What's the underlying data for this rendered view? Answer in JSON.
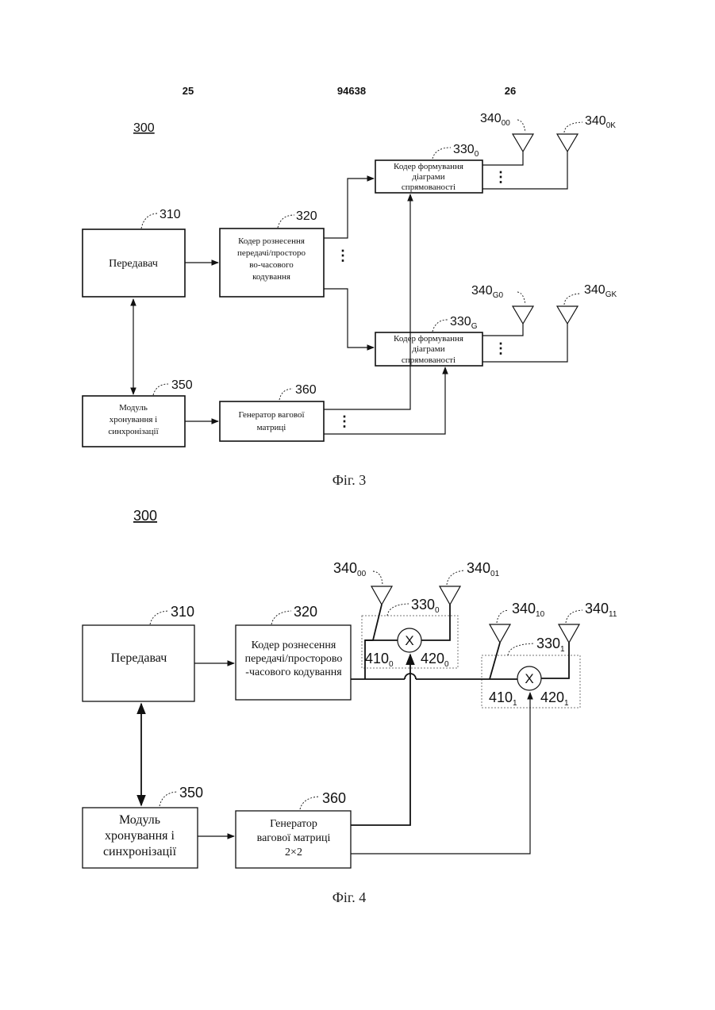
{
  "header": {
    "left_page": "25",
    "patent_number": "94638",
    "right_page": "26"
  },
  "fig3": {
    "label": "300",
    "caption": "Фіг. 3",
    "transmitter": {
      "ref": "310",
      "text": "Передавач"
    },
    "stc_coder": {
      "ref": "320",
      "lines": [
        "Кодер рознесення",
        "передачі/просторо",
        "во-часового",
        "кодування"
      ]
    },
    "beam_coder_0": {
      "ref": "330",
      "ref_sub": "0",
      "lines": [
        "Кодер формування",
        "діаграми",
        "спрямованості"
      ]
    },
    "beam_coder_g": {
      "ref": "330",
      "ref_sub": "G",
      "lines": [
        "Кодер формування",
        "діаграми",
        "спрямованості"
      ]
    },
    "timing": {
      "ref": "350",
      "lines": [
        "Модуль",
        "хронування і",
        "синхронізації"
      ]
    },
    "weight_gen": {
      "ref": "360",
      "lines": [
        "Генератор вагової",
        "матриці"
      ]
    },
    "antennas": [
      {
        "ref": "340",
        "sub": "00"
      },
      {
        "ref": "340",
        "sub": "0K"
      },
      {
        "ref": "340",
        "sub": "G0"
      },
      {
        "ref": "340",
        "sub": "GK"
      }
    ]
  },
  "fig4": {
    "label": "300",
    "caption": "Фіг. 4",
    "transmitter": {
      "ref": "310",
      "text": "Передавач"
    },
    "stc_coder": {
      "ref": "320",
      "lines": [
        "Кодер рознесення",
        "передачі/просторово",
        "-часового кодування"
      ]
    },
    "timing": {
      "ref": "350",
      "lines": [
        "Модуль",
        "хронування і",
        "синхронізації"
      ]
    },
    "weight_gen": {
      "ref": "360",
      "lines": [
        "Генератор",
        "вагової матриці",
        "2×2"
      ]
    },
    "group_0": {
      "ref": "330",
      "ref_sub": "0",
      "split": {
        "ref": "410",
        "sub": "0"
      },
      "mult": {
        "ref": "420",
        "sub": "0"
      }
    },
    "group_1": {
      "ref": "330",
      "ref_sub": "1",
      "split": {
        "ref": "410",
        "sub": "1"
      },
      "mult": {
        "ref": "420",
        "sub": "1"
      }
    },
    "multiplier_symbol": "X",
    "antennas": [
      {
        "ref": "340",
        "sub": "00"
      },
      {
        "ref": "340",
        "sub": "01"
      },
      {
        "ref": "340",
        "sub": "10"
      },
      {
        "ref": "340",
        "sub": "11"
      }
    ]
  }
}
